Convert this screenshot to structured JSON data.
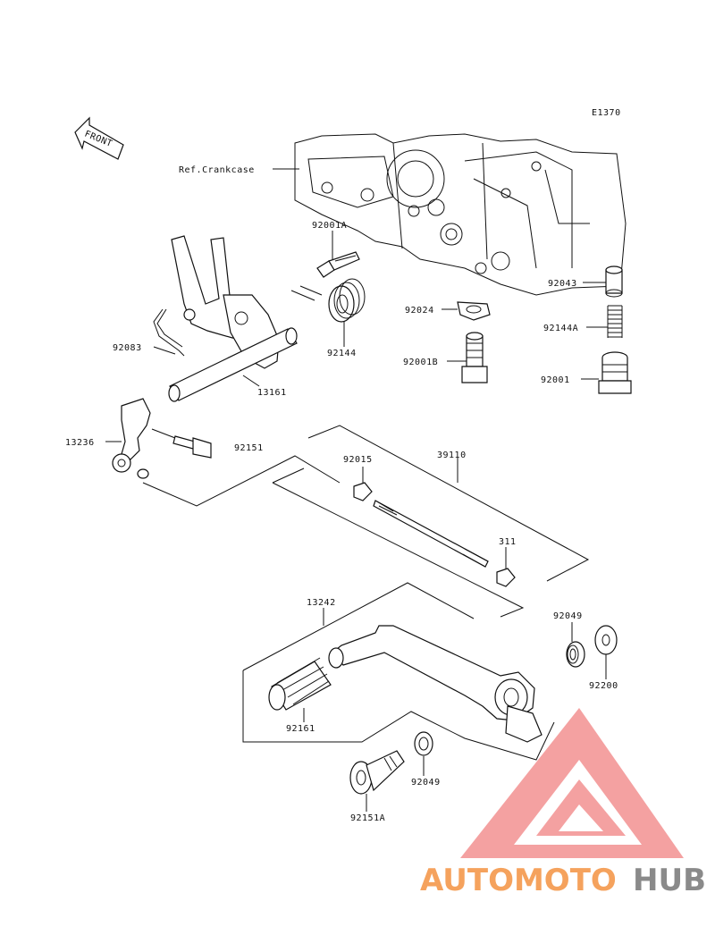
{
  "diagram": {
    "code": "E1370",
    "front_label": "FRONT",
    "crankcase_ref": "Ref.Crankcase",
    "labels": {
      "l_92001A": "92001A",
      "l_92043": "92043",
      "l_92024": "92024",
      "l_92144A": "92144A",
      "l_92083": "92083",
      "l_92144": "92144",
      "l_92001B": "92001B",
      "l_92001": "92001",
      "l_13161": "13161",
      "l_13236": "13236",
      "l_92151": "92151",
      "l_92015": "92015",
      "l_39110": "39110",
      "l_311": "311",
      "l_13242": "13242",
      "l_92049a": "92049",
      "l_92200": "92200",
      "l_92161": "92161",
      "l_92049b": "92049",
      "l_92151A": "92151A"
    }
  },
  "watermark": {
    "part1": "AUTOMOTO",
    "part2": "HUB",
    "color_orange": "#f5a25d",
    "color_gray": "#8a8a8a",
    "color_red": "#f29191"
  }
}
